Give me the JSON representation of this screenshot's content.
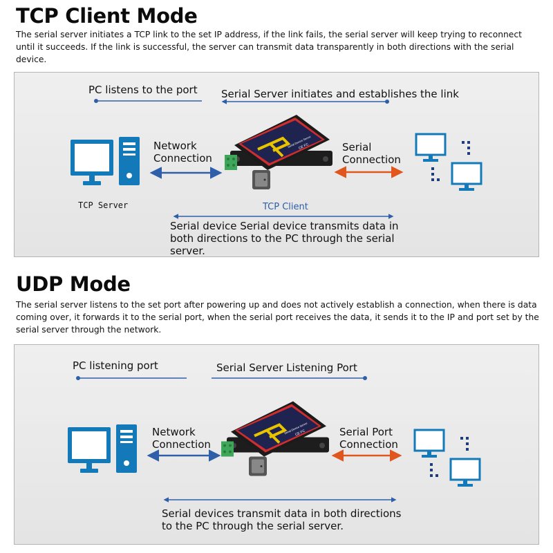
{
  "tcp": {
    "heading": "TCP Client Mode",
    "description": "The serial server initiates a TCP link to the set IP address, if the link fails, the serial server will keep trying to reconnect until it succeeds. If the link is successful, the server can transmit data transparently in both directions with the serial device.",
    "pc_label": "PC listens to the port",
    "server_label": "Serial Server initiates and establishes the link",
    "network_connection": [
      "Network",
      "Connection"
    ],
    "serial_connection": [
      "Serial",
      "Connection"
    ],
    "pc_caption": "TCP Server",
    "device_caption": "TCP Client",
    "transmit_text": [
      "Serial device Serial device transmits data in",
      "both directions to the PC through the serial",
      "server."
    ]
  },
  "udp": {
    "heading": "UDP Mode",
    "description": "The serial server listens to the set port after powering up and does not actively establish a connection, when there is data coming over, it forwards it to the serial port, when the serial port receives the data, it sends it to the IP and port set by the serial server through the network.",
    "pc_label": "PC listening port",
    "server_label": "Serial Server Listening Port",
    "network_connection": [
      "Network",
      "Connection"
    ],
    "serial_connection": [
      "Serial Port",
      "Connection"
    ],
    "transmit_text": [
      "Serial devices transmit data in both directions",
      "to the PC through the serial server."
    ]
  },
  "colors": {
    "blue_arrow": "#2f5fa8",
    "orange_arrow": "#e0561c",
    "pc_blue": "#1479b8",
    "device_red": "#d02e2e",
    "device_navy": "#1e2350",
    "device_yellow": "#e8c400",
    "terminal_green": "#3fa75a"
  },
  "icons": {
    "pc": "desktop-computer-icon",
    "device": "serial-server-device-icon",
    "network": "networked-monitors-icon"
  }
}
